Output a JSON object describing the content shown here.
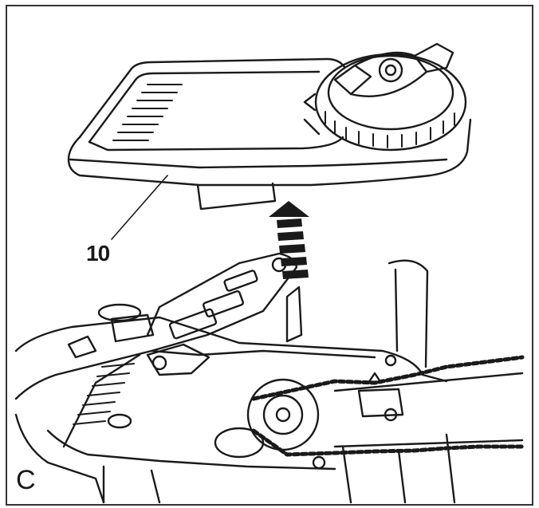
{
  "figure": {
    "callout_label": "10",
    "panel_label": "C",
    "parts": [
      "chain-cover",
      "lift-arrow",
      "chainsaw-body",
      "tension-knob",
      "saw-chain"
    ],
    "colors": {
      "line": "#1a1a1a",
      "background": "#ffffff",
      "frame": "#333333"
    }
  }
}
